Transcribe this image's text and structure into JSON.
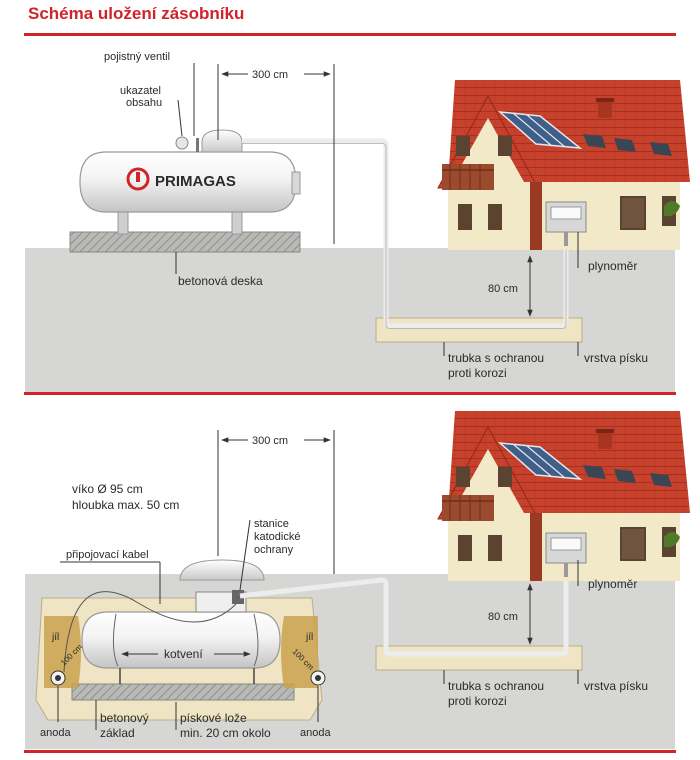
{
  "title": "Schéma uložení zásobníku",
  "brand": "PRIMAGAS",
  "colors": {
    "accent": "#d0232a",
    "ground": "#d6d6d4",
    "sand": "#efe4c4",
    "roof": "#c8412c",
    "house_wall": "#f1e9c8"
  },
  "top": {
    "distance": "300 cm",
    "safety_valve": "pojistný ventil",
    "gauge_line1": "ukazatel",
    "gauge_line2": "obsahu",
    "concrete_slab": "betonová deska",
    "depth": "80 cm",
    "gas_meter": "plynoměr",
    "pipe_line1": "trubka s ochranou",
    "pipe_line2": "proti korozi",
    "sand_layer": "vrstva písku"
  },
  "bottom": {
    "distance": "300 cm",
    "lid_line1": "víko Ø 95 cm",
    "lid_line2": "hloubka max. 50 cm",
    "cathodic_line1": "stanice",
    "cathodic_line2": "katodické",
    "cathodic_line3": "ochrany",
    "cable": "připojovací kabel",
    "anchoring": "kotvení",
    "clay": "jíl",
    "cm100": "100 cm",
    "depth": "80 cm",
    "gas_meter": "plynoměr",
    "pipe_line1": "trubka s ochranou",
    "pipe_line2": "proti korozi",
    "sand_layer": "vrstva písku",
    "anode": "anoda",
    "base_line1": "betonový",
    "base_line2": "základ",
    "bed_line1": "pískové lože",
    "bed_line2": "min. 20 cm okolo"
  }
}
